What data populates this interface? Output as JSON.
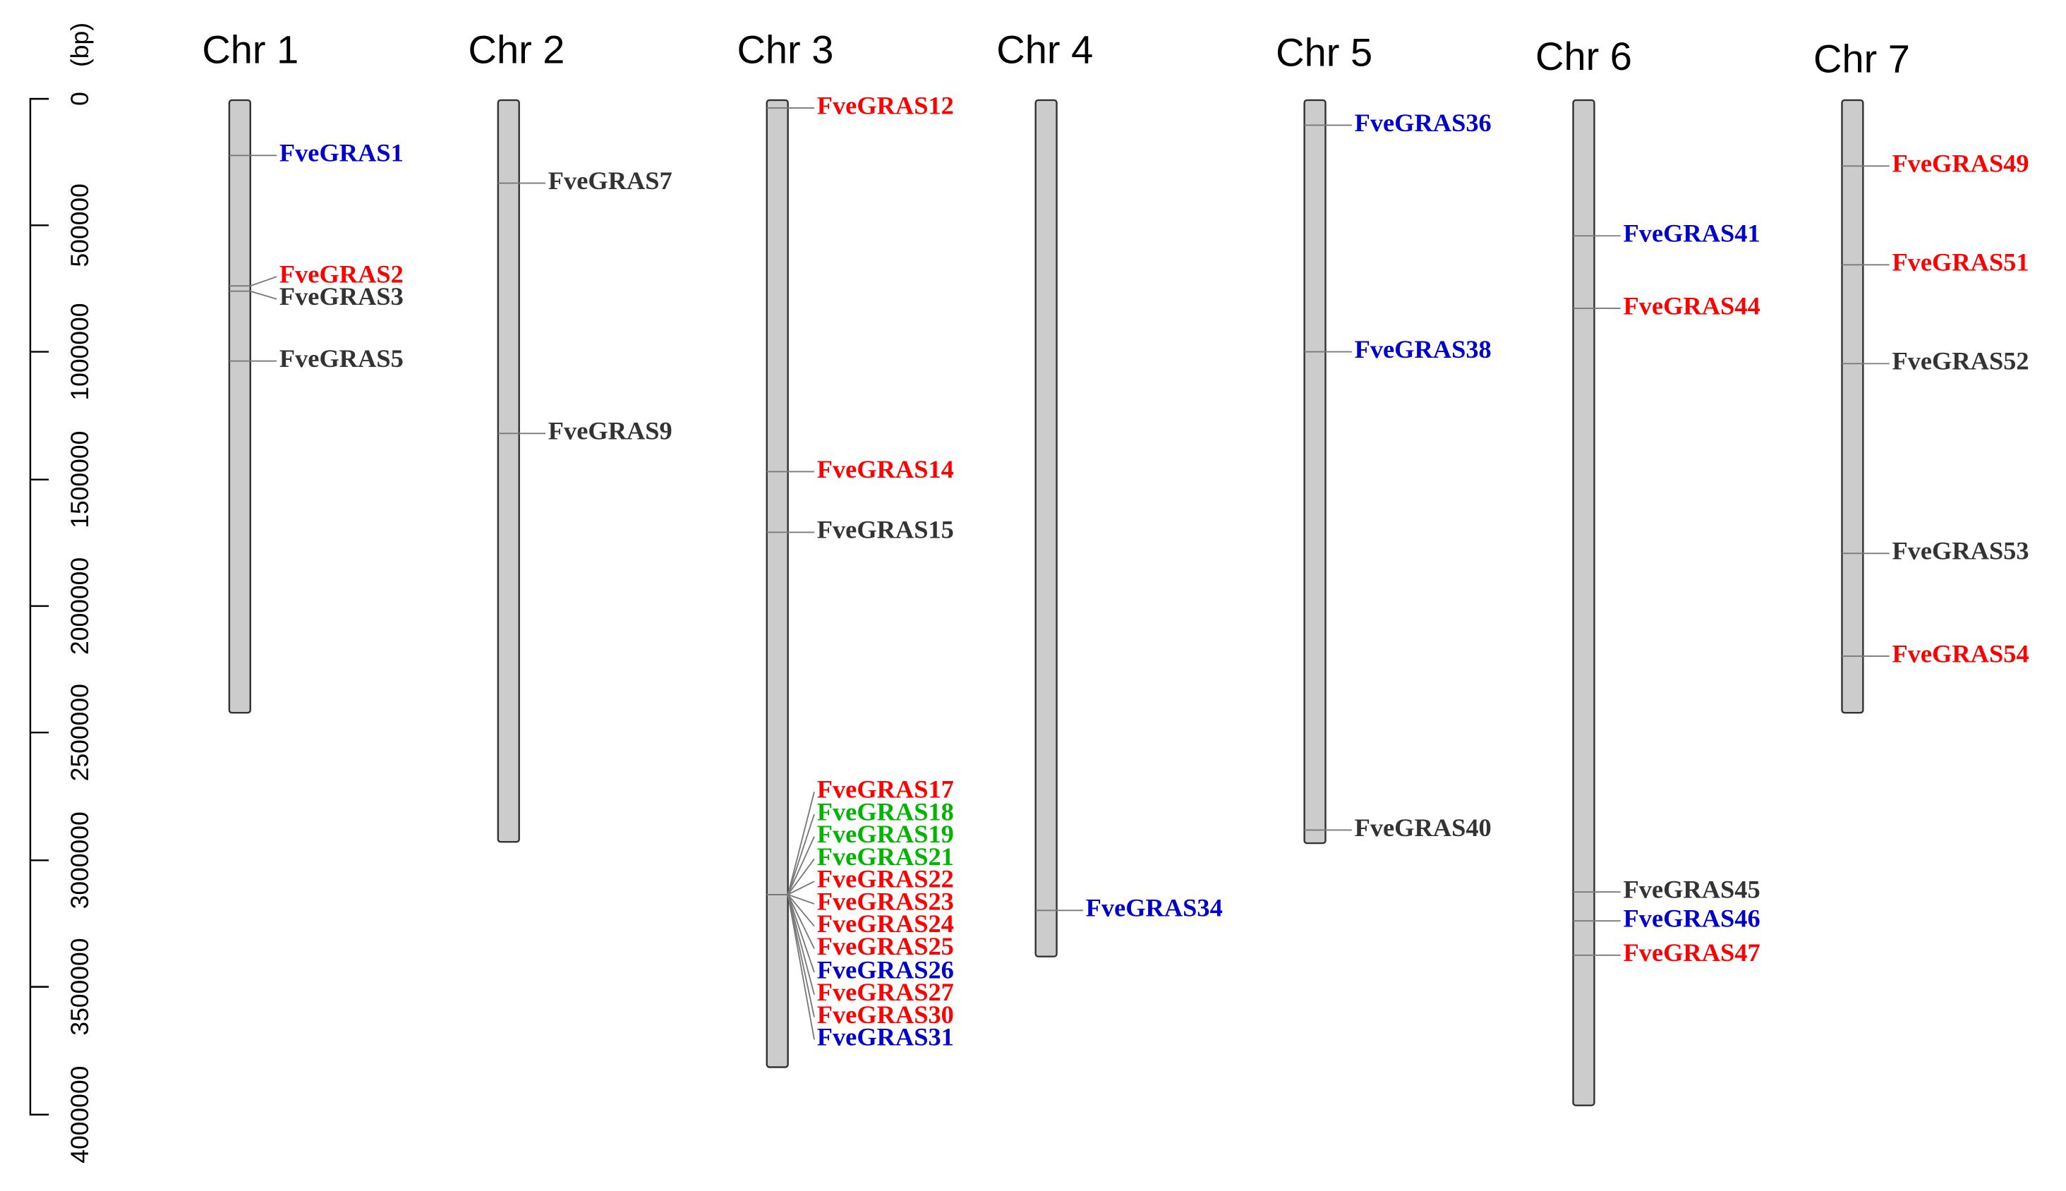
{
  "ruler": {
    "unit_label": "(bp)",
    "ticks": [
      "0",
      "500000",
      "1000000",
      "1500000",
      "2000000",
      "2500000",
      "3000000",
      "3500000",
      "4000000"
    ]
  },
  "colors": {
    "red": "#ff0000",
    "blue": "#0000cc",
    "green": "#00b400",
    "black": "#333333",
    "chromosome_fill": "#cccccc"
  },
  "chromosomes": [
    {
      "name": "Chr 1",
      "genes": [
        {
          "label": "FveGRAS1",
          "color": "blue"
        },
        {
          "label": "FveGRAS2",
          "color": "red"
        },
        {
          "label": "FveGRAS3",
          "color": "black"
        },
        {
          "label": "FveGRAS5",
          "color": "black"
        }
      ]
    },
    {
      "name": "Chr 2",
      "genes": [
        {
          "label": "FveGRAS7",
          "color": "black"
        },
        {
          "label": "FveGRAS9",
          "color": "black"
        }
      ]
    },
    {
      "name": "Chr 3",
      "genes": [
        {
          "label": "FveGRAS12",
          "color": "red"
        },
        {
          "label": "FveGRAS14",
          "color": "red"
        },
        {
          "label": "FveGRAS15",
          "color": "black"
        },
        {
          "label": "FveGRAS17",
          "color": "red"
        },
        {
          "label": "FveGRAS18",
          "color": "green"
        },
        {
          "label": "FveGRAS19",
          "color": "green"
        },
        {
          "label": "FveGRAS21",
          "color": "green"
        },
        {
          "label": "FveGRAS22",
          "color": "red"
        },
        {
          "label": "FveGRAS23",
          "color": "red"
        },
        {
          "label": "FveGRAS24",
          "color": "red"
        },
        {
          "label": "FveGRAS25",
          "color": "red"
        },
        {
          "label": "FveGRAS26",
          "color": "blue"
        },
        {
          "label": "FveGRAS27",
          "color": "red"
        },
        {
          "label": "FveGRAS30",
          "color": "red"
        },
        {
          "label": "FveGRAS31",
          "color": "blue"
        }
      ]
    },
    {
      "name": "Chr 4",
      "genes": [
        {
          "label": "FveGRAS34",
          "color": "blue"
        }
      ]
    },
    {
      "name": "Chr 5",
      "genes": [
        {
          "label": "FveGRAS36",
          "color": "blue"
        },
        {
          "label": "FveGRAS38",
          "color": "blue"
        },
        {
          "label": "FveGRAS40",
          "color": "black"
        }
      ]
    },
    {
      "name": "Chr 6",
      "genes": [
        {
          "label": "FveGRAS41",
          "color": "blue"
        },
        {
          "label": "FveGRAS44",
          "color": "red"
        },
        {
          "label": "FveGRAS45",
          "color": "black"
        },
        {
          "label": "FveGRAS46",
          "color": "blue"
        },
        {
          "label": "FveGRAS47",
          "color": "red"
        }
      ]
    },
    {
      "name": "Chr 7",
      "genes": [
        {
          "label": "FveGRAS49",
          "color": "red"
        },
        {
          "label": "FveGRAS51",
          "color": "red"
        },
        {
          "label": "FveGRAS52",
          "color": "black"
        },
        {
          "label": "FveGRAS53",
          "color": "black"
        },
        {
          "label": "FveGRAS54",
          "color": "red"
        }
      ]
    }
  ]
}
